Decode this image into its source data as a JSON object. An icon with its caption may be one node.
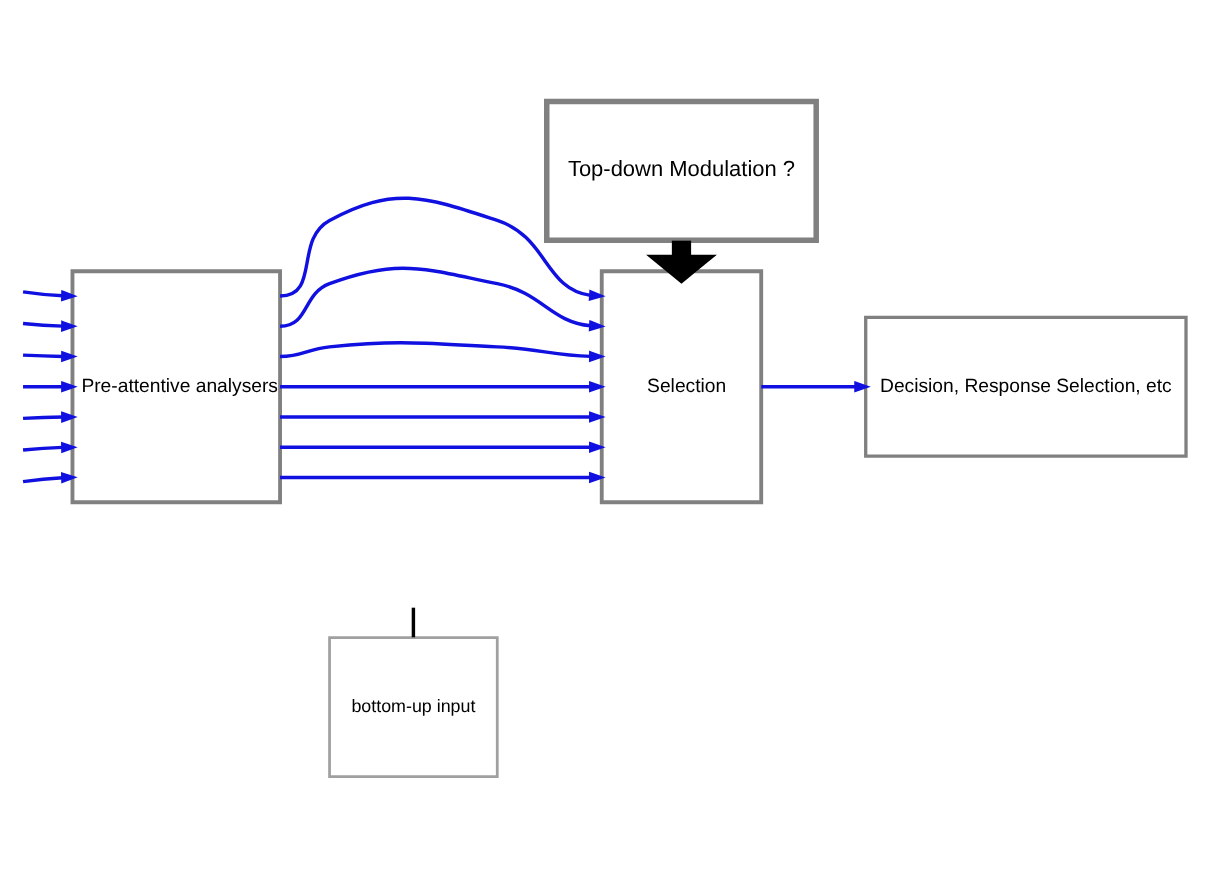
{
  "diagram": {
    "nodes": [
      {
        "text": [
          "Top-down Modulation ?"
        ]
      },
      {
        "text": [
          "Pre-attentive analysers"
        ]
      },
      {
        "text": [
          "Selection"
        ]
      },
      {
        "text": [
          "Decision, Response Selection, etc"
        ]
      },
      {
        "text": [
          "bottom-up input"
        ]
      }
    ],
    "edges": [
      {
        "from": null,
        "to": 1,
        "arrow": "to"
      },
      {
        "from": null,
        "to": 1,
        "arrow": "to"
      },
      {
        "from": null,
        "to": 1,
        "arrow": "to"
      },
      {
        "from": null,
        "to": 1,
        "arrow": "to"
      },
      {
        "from": null,
        "to": 1,
        "arrow": "to"
      },
      {
        "from": null,
        "to": 1,
        "arrow": "to"
      },
      {
        "from": null,
        "to": 1,
        "arrow": "to"
      },
      {
        "from": 1,
        "to": 2,
        "arrow": "to"
      },
      {
        "from": 1,
        "to": 2,
        "arrow": "to"
      },
      {
        "from": 1,
        "to": 2,
        "arrow": "to"
      },
      {
        "from": 1,
        "to": 2,
        "arrow": "to"
      },
      {
        "from": 1,
        "to": 2,
        "arrow": "to"
      },
      {
        "from": 1,
        "to": 2,
        "arrow": "to"
      },
      {
        "from": 1,
        "to": 2,
        "arrow": "to"
      },
      {
        "from": 0,
        "to": 2,
        "arrow": "to",
        "style": "thick",
        "color": "#000000"
      },
      {
        "from": 2,
        "to": 3,
        "arrow": "to"
      },
      {
        "from": 4,
        "to": null,
        "arrow": "none",
        "color": "#000000"
      }
    ]
  }
}
